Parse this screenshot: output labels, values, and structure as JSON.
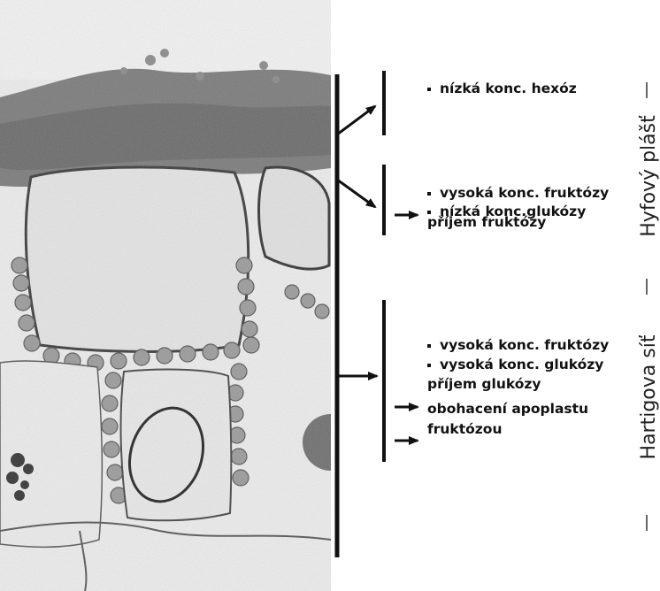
{
  "mantle_region": {
    "label": "Hyfový plášť",
    "outer": {
      "items": [
        "nízká konc. hexóz"
      ]
    },
    "inner": {
      "items": [
        "vysoká konc. fruktózy",
        "nízká konc.glukózy"
      ],
      "processes": [
        "příjem fruktózy"
      ]
    }
  },
  "hartig_region": {
    "label": "Hartigova síť",
    "items": [
      "vysoká konc. fruktózy",
      "vysoká konc. glukózy"
    ],
    "processes": [
      "příjem glukózy",
      "obohacení apoplastu fruktózou"
    ]
  },
  "colors": {
    "ink": "#111111",
    "micro_bg": "#e6e6e6",
    "cell_wall": "#2a2a2a"
  }
}
